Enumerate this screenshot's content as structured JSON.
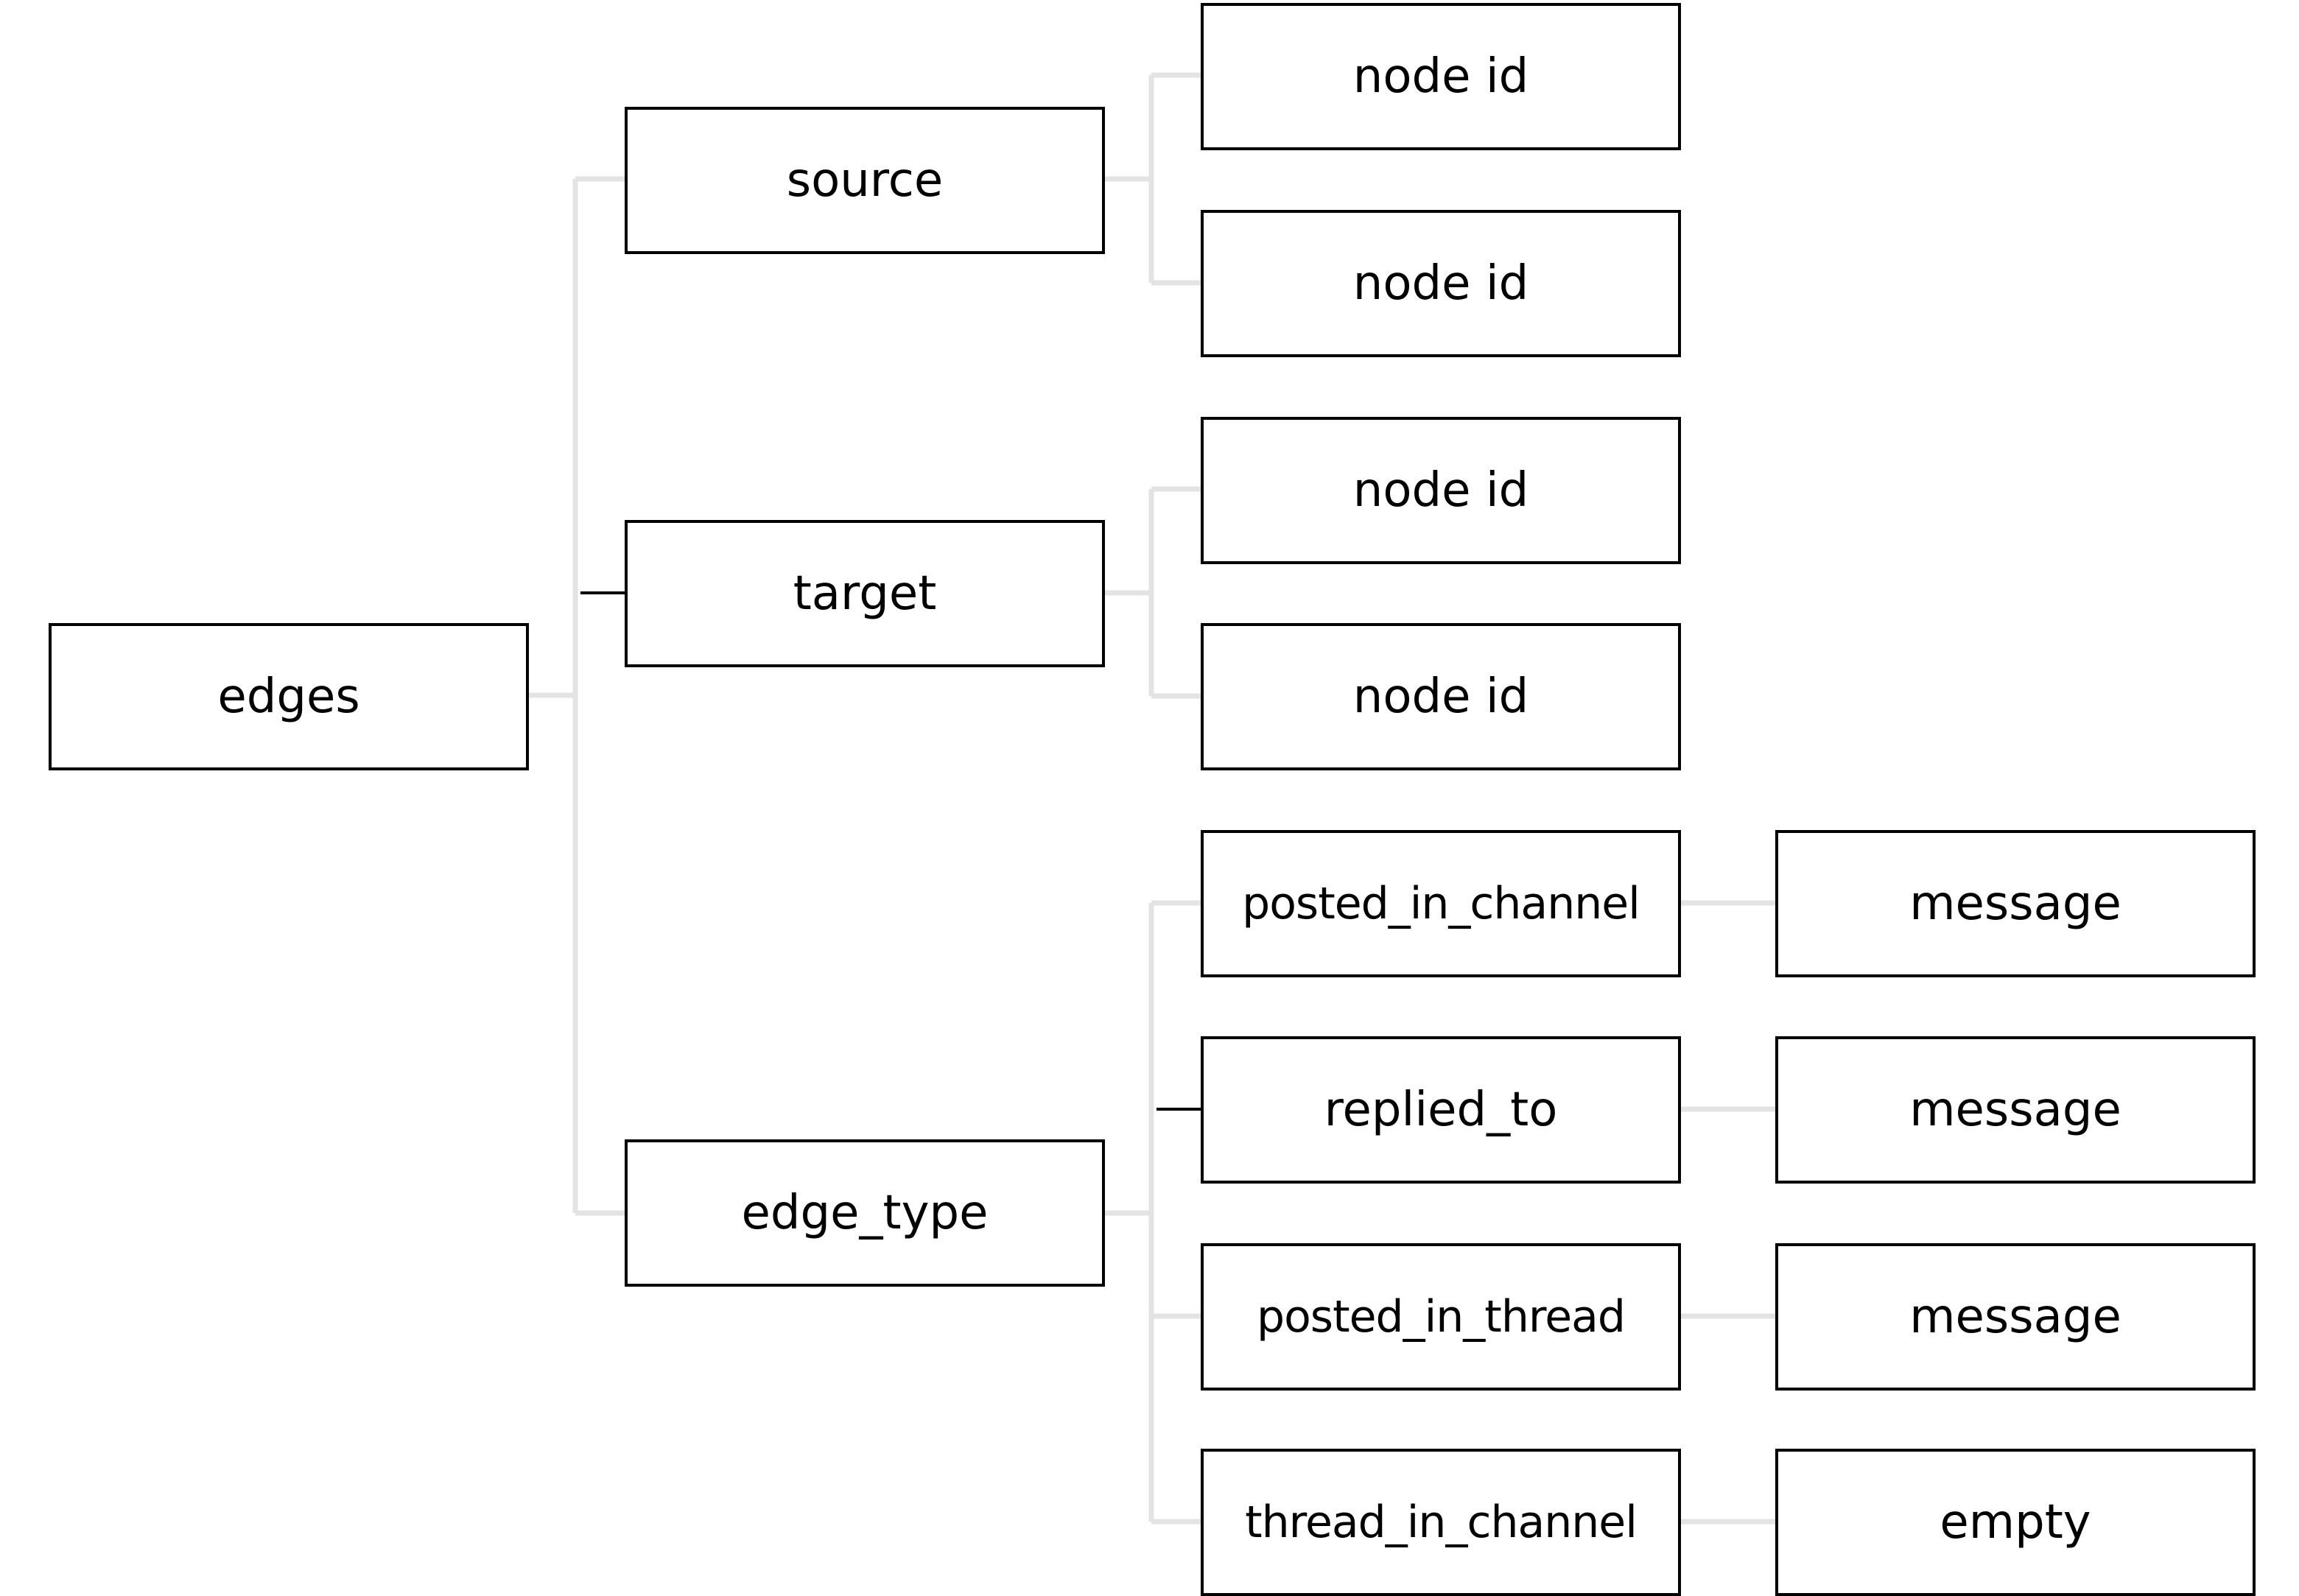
{
  "diagram": {
    "type": "tree",
    "colors": {
      "box_border": "#000000",
      "connector": "#e3e3e3",
      "highlight_connector": "#000000",
      "background": "#ffffff"
    },
    "root": {
      "label": "edges"
    },
    "level1": [
      {
        "label": "source"
      },
      {
        "label": "target"
      },
      {
        "label": "edge_type"
      }
    ],
    "level2": [
      {
        "label": "node id",
        "parent": "source"
      },
      {
        "label": "node id",
        "parent": "source"
      },
      {
        "label": "node id",
        "parent": "target"
      },
      {
        "label": "node id",
        "parent": "target"
      },
      {
        "label": "posted_in_channel",
        "parent": "edge_type"
      },
      {
        "label": "replied_to",
        "parent": "edge_type"
      },
      {
        "label": "posted_in_thread",
        "parent": "edge_type"
      },
      {
        "label": "thread_in_channel",
        "parent": "edge_type"
      }
    ],
    "level3": [
      {
        "label": "message",
        "parent": "posted_in_channel"
      },
      {
        "label": "message",
        "parent": "replied_to"
      },
      {
        "label": "message",
        "parent": "posted_in_thread"
      },
      {
        "label": "empty",
        "parent": "thread_in_channel"
      }
    ]
  }
}
